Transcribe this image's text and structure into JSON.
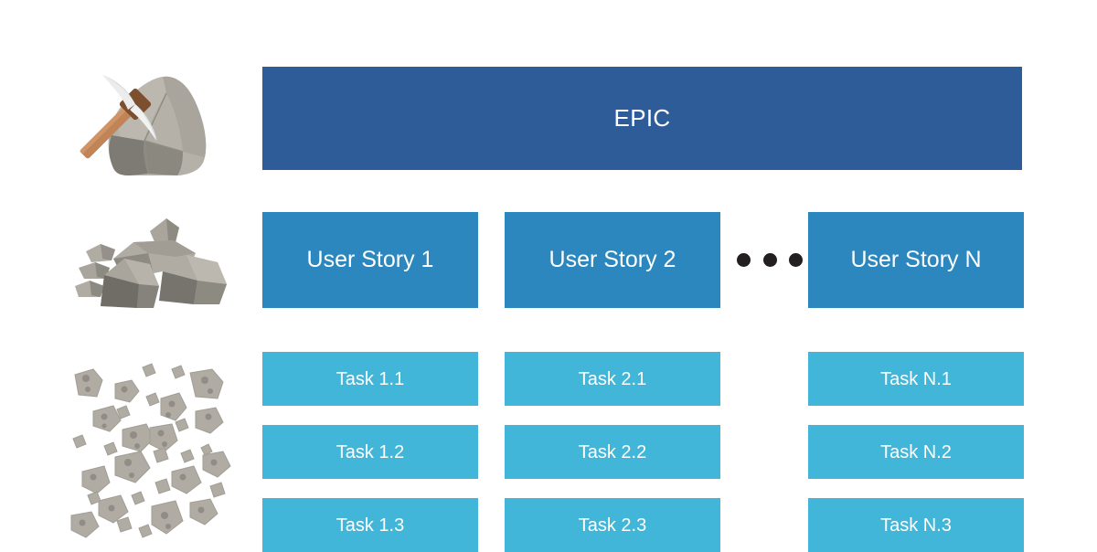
{
  "diagram": {
    "title": "Agile work-item breakdown: Epic to User Stories to Tasks",
    "background_color": "#ffffff"
  },
  "colors": {
    "epic": "#2E5C98",
    "user_story": "#2B87BD",
    "task": "#41B6D9",
    "ellipsis_dot": "#231f20",
    "box_text": "#ffffff",
    "rock_light": "#b0aca4",
    "rock_mid": "#9a968e",
    "rock_dark": "#6f6d66",
    "rock_outline": "#8d8981",
    "pick_handle": "#c08457",
    "pick_head": "#d9dbdb",
    "pick_collar": "#7c4f2e"
  },
  "levels": [
    {
      "name": "epic-level",
      "icon": "boulder-with-pickaxe-icon",
      "icon_label": "Boulder with pickaxe",
      "boxes": [
        {
          "label": "EPIC"
        }
      ]
    },
    {
      "name": "user-story-level",
      "icon": "rock-pile-icon",
      "icon_label": "Pile of rocks",
      "boxes": [
        {
          "label": "User Story 1"
        },
        {
          "label": "User Story 2"
        },
        {
          "label": "User Story N"
        }
      ],
      "ellipsis": "•••"
    },
    {
      "name": "task-level",
      "icon": "gravel-icon",
      "icon_label": "Scattered gravel and pebbles",
      "columns": [
        {
          "tasks": [
            "Task 1.1",
            "Task 1.2",
            "Task 1.3"
          ]
        },
        {
          "tasks": [
            "Task 2.1",
            "Task 2.2",
            "Task 2.3"
          ]
        },
        {
          "tasks": [
            "Task N.1",
            "Task N.2",
            "Task N.3"
          ]
        }
      ]
    }
  ]
}
